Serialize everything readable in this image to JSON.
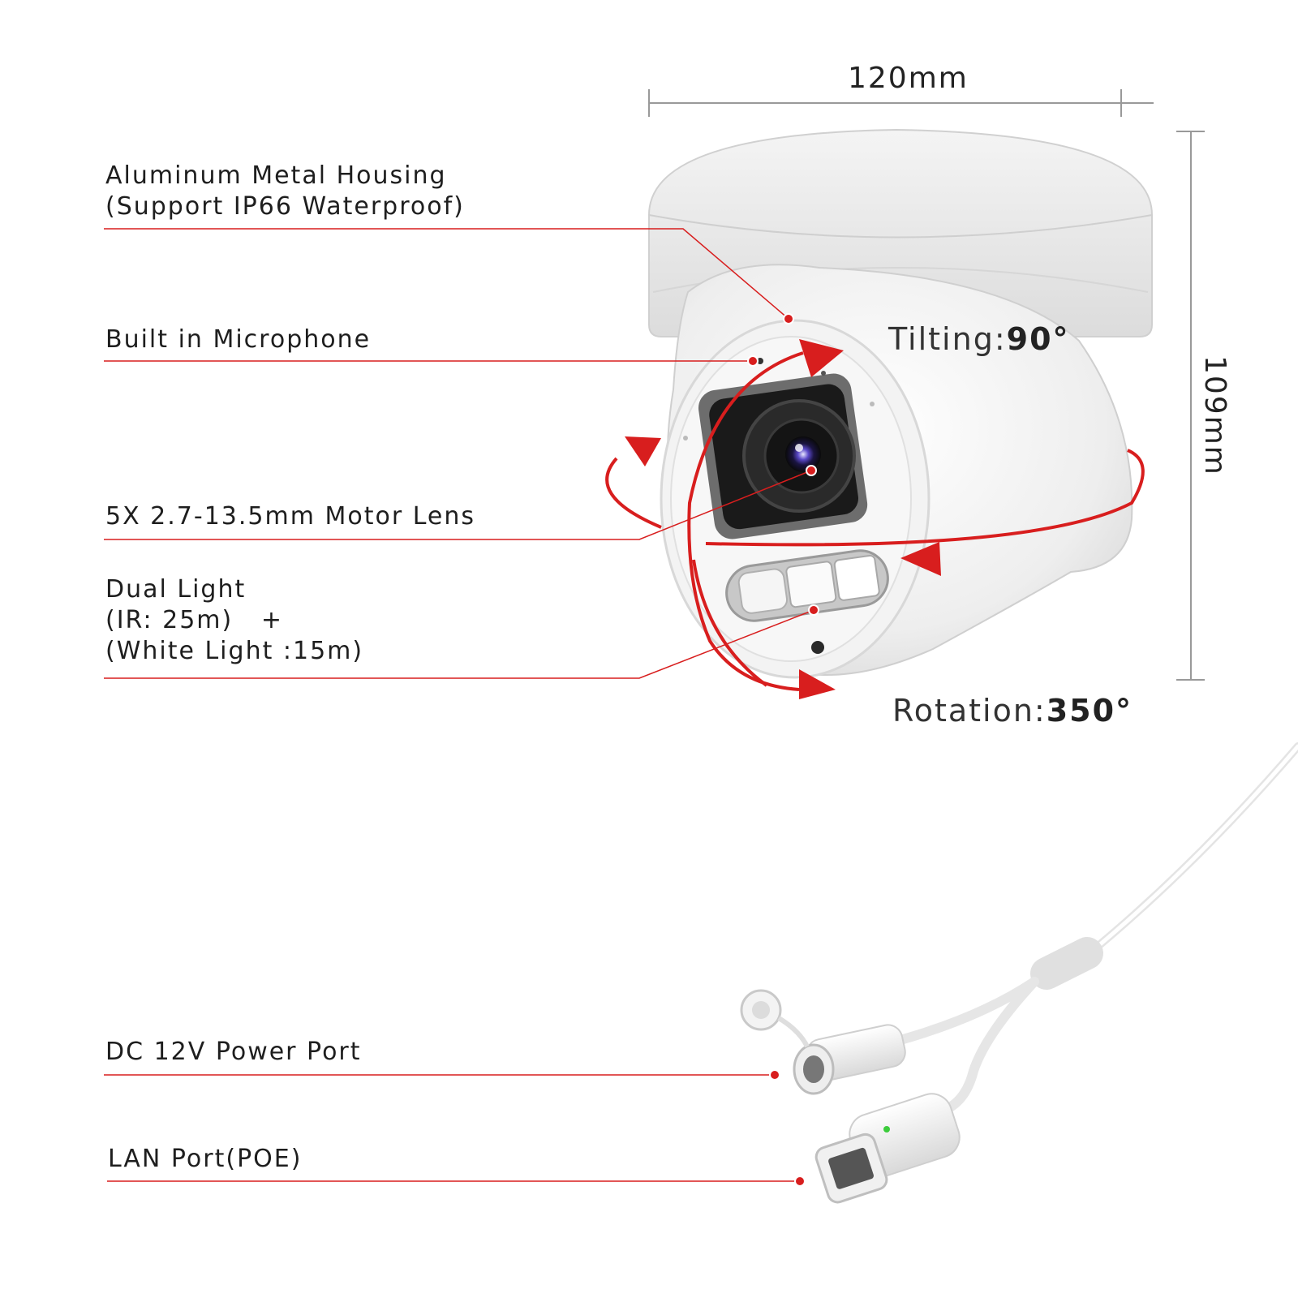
{
  "dimensions": {
    "width_value": "120",
    "width_unit": "mm",
    "height_value": "109",
    "height_unit": "mm"
  },
  "motion": {
    "tilting_label": "Tilting:",
    "tilting_value": "90°",
    "rotation_label": "Rotation:",
    "rotation_value": "350°"
  },
  "callouts": [
    {
      "lines": [
        "Aluminum Metal Housing",
        "(Support IP66 Waterproof)"
      ]
    },
    {
      "lines": [
        "Built in Microphone"
      ]
    },
    {
      "lines": [
        "5X 2.7-13.5mm Motor Lens"
      ]
    },
    {
      "lines": [
        "Dual Light",
        "(IR: 25m)   +",
        "(White Light :15m)"
      ]
    },
    {
      "lines": [
        "DC 12V Power Port"
      ]
    },
    {
      "lines": [
        "LAN Port(POE)"
      ]
    }
  ],
  "colors": {
    "accent": "#d81e1e",
    "camera_body": "#eeeeee",
    "text": "#1e1e1e"
  }
}
